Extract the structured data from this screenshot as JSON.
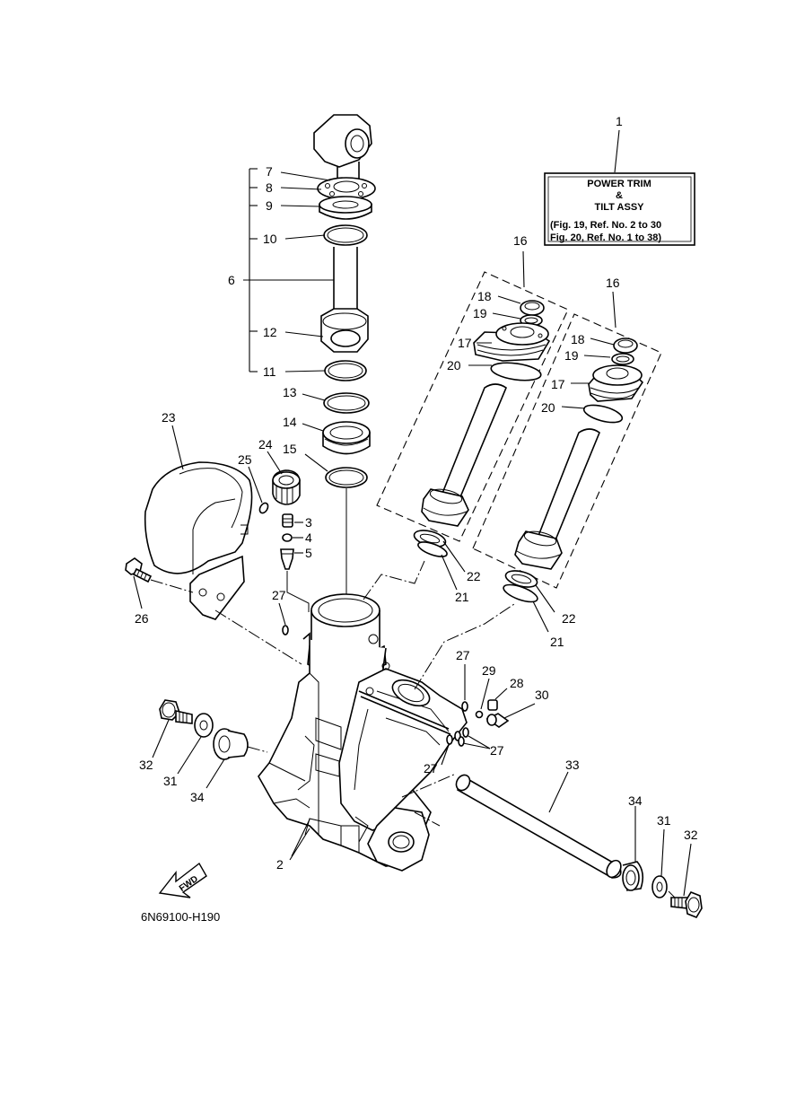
{
  "info_box": {
    "line1": "POWER TRIM",
    "line2": "&",
    "line3": "TILT ASSY",
    "line4": "(Fig. 19, Ref. No. 2 to 30",
    "line5": " Fig. 20, Ref. No. 1 to 38)"
  },
  "drawing_code": "6N69100-H190",
  "fwd_label": "FWD",
  "callouts": {
    "c1": "1",
    "c2": "2",
    "c3": "3",
    "c4": "4",
    "c5": "5",
    "c6": "6",
    "c7": "7",
    "c8": "8",
    "c9": "9",
    "c10": "10",
    "c11": "11",
    "c12": "12",
    "c13": "13",
    "c14": "14",
    "c15": "15",
    "c16a": "16",
    "c16b": "16",
    "c17a": "17",
    "c17b": "17",
    "c18a": "18",
    "c18b": "18",
    "c19a": "19",
    "c19b": "19",
    "c20a": "20",
    "c20b": "20",
    "c21a": "21",
    "c21b": "21",
    "c22a": "22",
    "c22b": "22",
    "c23": "23",
    "c24": "24",
    "c25": "25",
    "c26": "26",
    "c27a": "27",
    "c27b": "27",
    "c27c": "27",
    "c27d": "27",
    "c28": "28",
    "c29": "29",
    "c30": "30",
    "c31a": "31",
    "c31b": "31",
    "c32a": "32",
    "c32b": "32",
    "c33": "33",
    "c34a": "34",
    "c34b": "34"
  }
}
